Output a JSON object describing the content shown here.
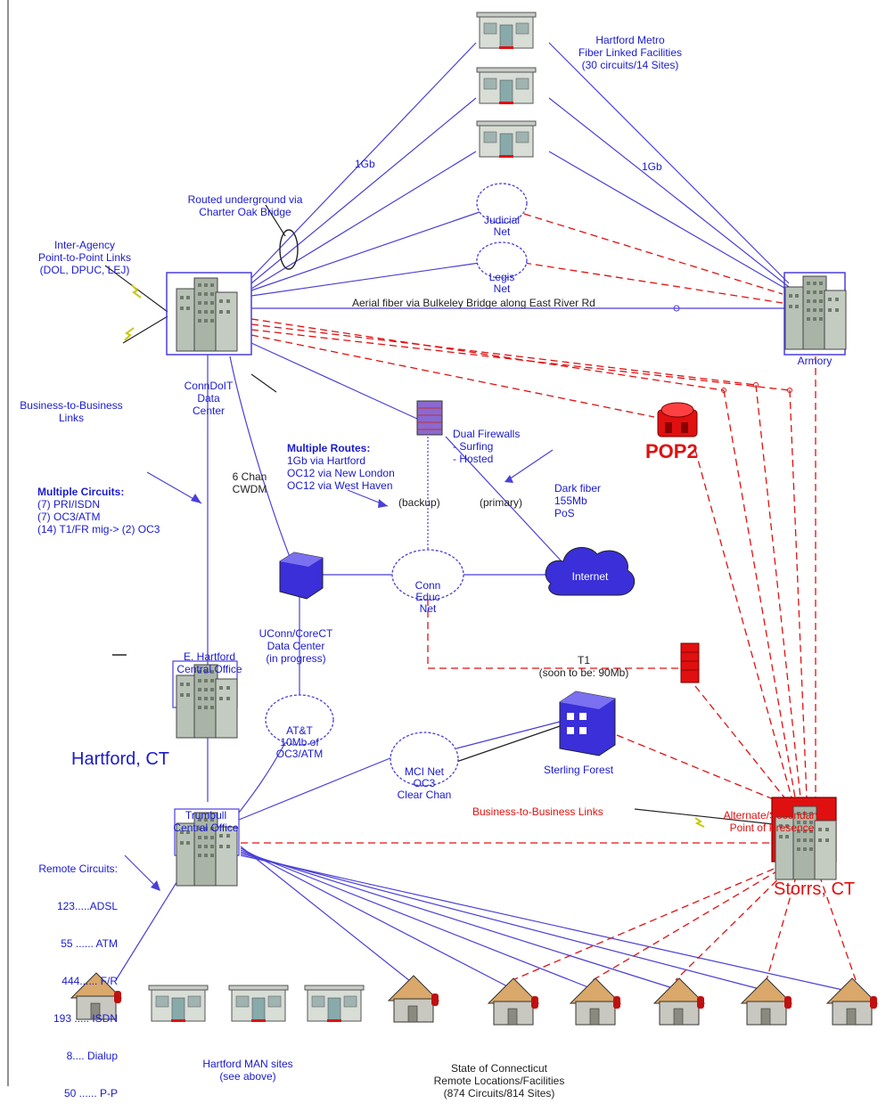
{
  "hartford_metro": {
    "title": "Hartford Metro",
    "line2": "Fiber Linked Facilities",
    "line3": "(30 circuits/14 Sites)"
  },
  "links": {
    "one_gb_left": "1Gb",
    "one_gb_right": "1Gb"
  },
  "routed_underground": {
    "line1": "Routed underground via",
    "line2": "Charter Oak Bridge"
  },
  "inter_agency": {
    "line1": "Inter-Agency",
    "line2": "Point-to-Point Links",
    "line3": "(DOL, DPUC, LEJ)"
  },
  "judicial_net": {
    "line1": "Judicial",
    "line2": "Net"
  },
  "legis_net": {
    "line1": "Legis",
    "line2": "Net"
  },
  "aerial_fiber": "Aerial fiber via Bulkeley Bridge along East River Rd",
  "armory": "Armory",
  "b2b_links_left": {
    "line1": "Business-to-Business",
    "line2": "Links"
  },
  "conndoit": {
    "line1": "ConnDoIT",
    "line2": "Data",
    "line3": "Center"
  },
  "dual_firewalls": {
    "line1": "Dual Firewalls",
    "line2": "- Surfing",
    "line3": "- Hosted"
  },
  "pop2": "POP2",
  "multiple_routes": {
    "title": "Multiple Routes:",
    "line1": "1Gb via Hartford",
    "line2": "OC12 via New London",
    "line3": "OC12 via West Haven"
  },
  "cwdm": {
    "line1": "6 Chan",
    "line2": "CWDM"
  },
  "multiple_circuits": {
    "title": "Multiple Circuits:",
    "line1": "(7) PRI/ISDN",
    "line2": "(7) OC3/ATM",
    "line3": "(14) T1/FR mig-> (2) OC3"
  },
  "dark_fiber": {
    "line1": "Dark fiber",
    "line2": "155Mb",
    "line3": "PoS"
  },
  "backup": "(backup)",
  "primary": "(primary)",
  "conn_educ_net": {
    "line1": "Conn",
    "line2": "Educ",
    "line3": "Net"
  },
  "internet": "Internet",
  "uconn_core": {
    "line1": "UConn/CoreCT",
    "line2": "Data Center",
    "line3": "(in progress)"
  },
  "e_hartford": {
    "line1": "E. Hartford",
    "line2": "Central Office"
  },
  "t1": {
    "line1": "T1",
    "line2": "(soon to be: 90Mb)"
  },
  "att_cloud": {
    "line1": "AT&T",
    "line2": "10Mb of",
    "line3": "OC3/ATM"
  },
  "hartford_ct": "Hartford, CT",
  "mci_net": {
    "line1": "MCI Net",
    "line2": "OC3",
    "line3": "Clear Chan"
  },
  "sterling_forest": "Sterling Forest",
  "alternate_pop": {
    "line1": "Alternate/Secondary",
    "line2": "Point of Presence"
  },
  "trumbull": {
    "line1": "Trumbull",
    "line2": "Central Office"
  },
  "b2b_links_right": "Business-to-Business Links",
  "remote_circuits": {
    "title": "Remote Circuits:",
    "rows": [
      "123.....ADSL",
      "55 ...... ATM",
      "444...... F/R",
      "193 ..... ISDN",
      "8.... Dialup",
      "50 ...... P-P"
    ]
  },
  "storrs_ct": "Storrs, CT",
  "hartford_man": {
    "line1": "Hartford MAN sites",
    "line2": "(see above)"
  },
  "state_remote": {
    "line1": "State of Connecticut",
    "line2": "Remote Locations/Facilities",
    "line3": "(874 Circuits/814 Sites)"
  },
  "colors": {
    "blue_line": "#4a3fd8",
    "red_dash": "#e01010",
    "label_blue": "#1a1ad0"
  }
}
